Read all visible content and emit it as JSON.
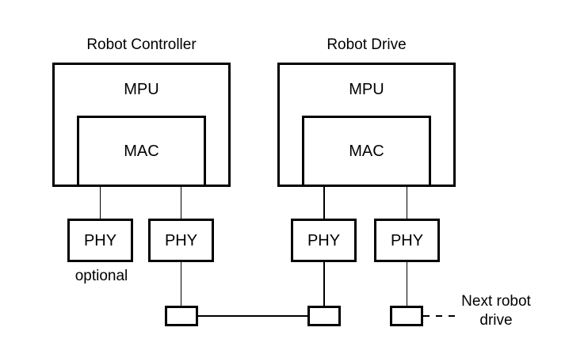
{
  "colors": {
    "background": "#ffffff",
    "stroke": "#000000",
    "text": "#000000"
  },
  "groups": [
    {
      "title": "Robot Controller",
      "mpu": "MPU",
      "mac": "MAC"
    },
    {
      "title": "Robot Drive",
      "mpu": "MPU",
      "mac": "MAC"
    }
  ],
  "phy_labels": [
    "PHY",
    "PHY",
    "PHY",
    "PHY"
  ],
  "optional_label": "optional",
  "next_robot": {
    "line1": "Next robot",
    "line2": "drive"
  }
}
